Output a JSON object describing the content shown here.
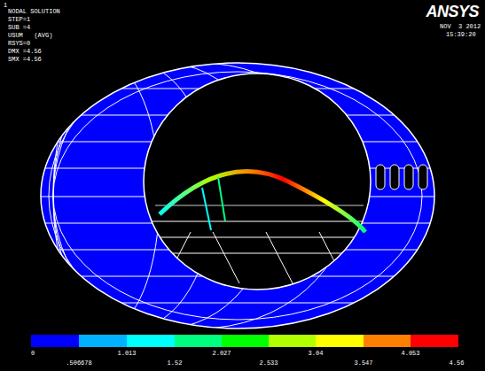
{
  "diagram": {
    "labels": [
      "1",
      "NODAL SOLUTION",
      "STEP=1",
      "SUB =4",
      "USUM   (AVG)",
      "RSYS=0",
      "DMX =4.56",
      "SMX =4.56",
      "ANSYS",
      "NOV  3 2012",
      "15:39:20",
      "0",
      ".506678",
      "1.013",
      "1.52",
      "2.027",
      "2.533",
      "3.04",
      "3.547",
      "4.053",
      "4.56"
    ]
  }
}
